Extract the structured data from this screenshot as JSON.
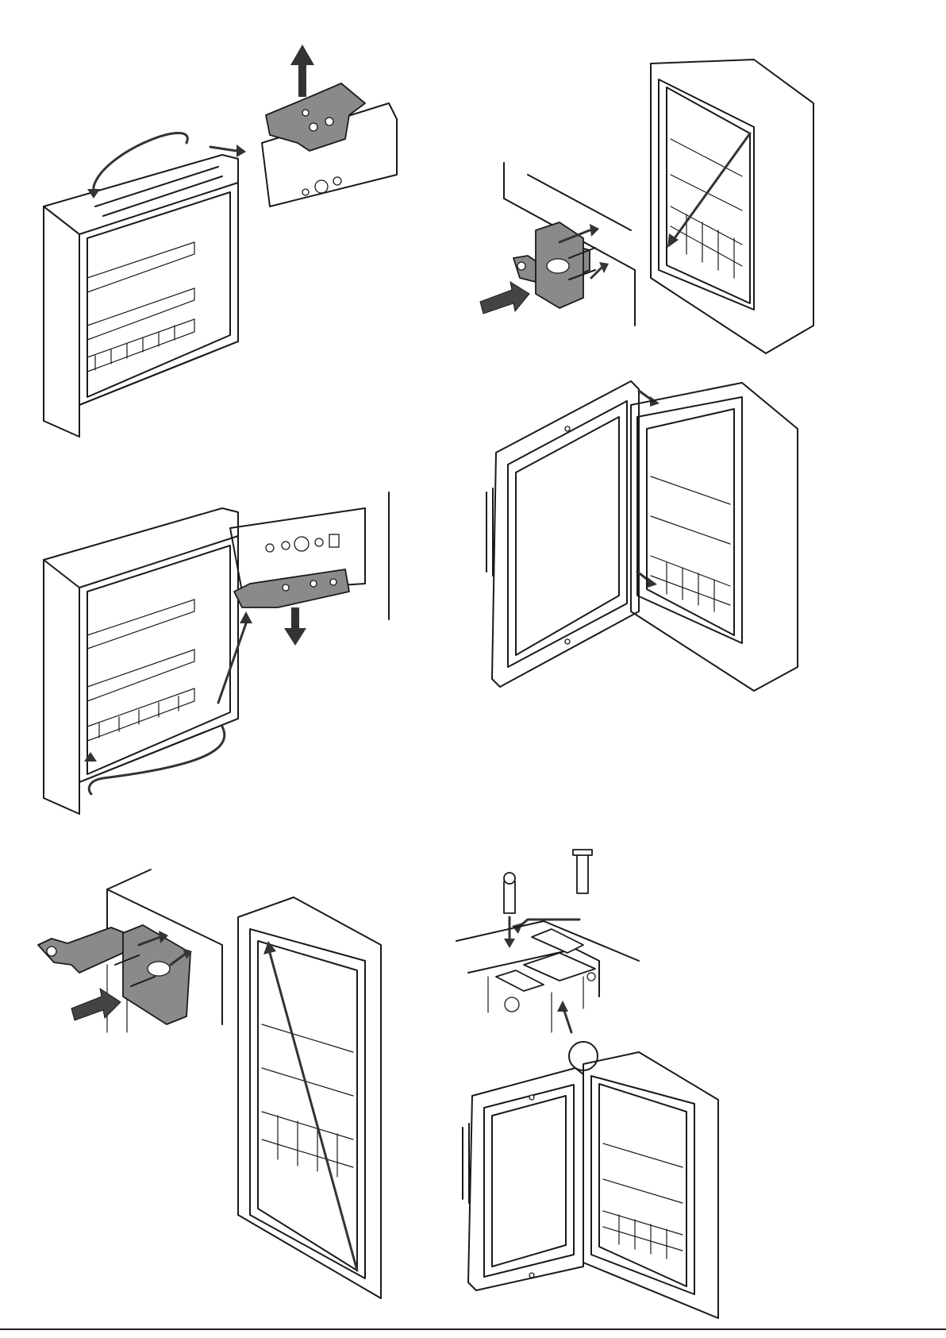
{
  "page": {
    "background": "#ffffff",
    "footer_text": ""
  },
  "panels": [
    {
      "id": "step-1",
      "description_icon": "remove-top-hinge-bracket"
    },
    {
      "id": "step-2",
      "description_icon": "mount-hinge-bracket-opposite-side"
    },
    {
      "id": "step-3",
      "description_icon": "remove-bottom-hinge-bracket"
    },
    {
      "id": "step-4",
      "description_icon": "attach-door-on-opposite-side"
    },
    {
      "id": "step-5",
      "description_icon": "mount-bottom-hinge-bracket"
    },
    {
      "id": "step-6",
      "description_icon": "insert-hinge-pin"
    }
  ],
  "colors": {
    "line": "#1a1a1a",
    "part_fill": "#8a8a8a",
    "arrow_fill": "#444444"
  }
}
